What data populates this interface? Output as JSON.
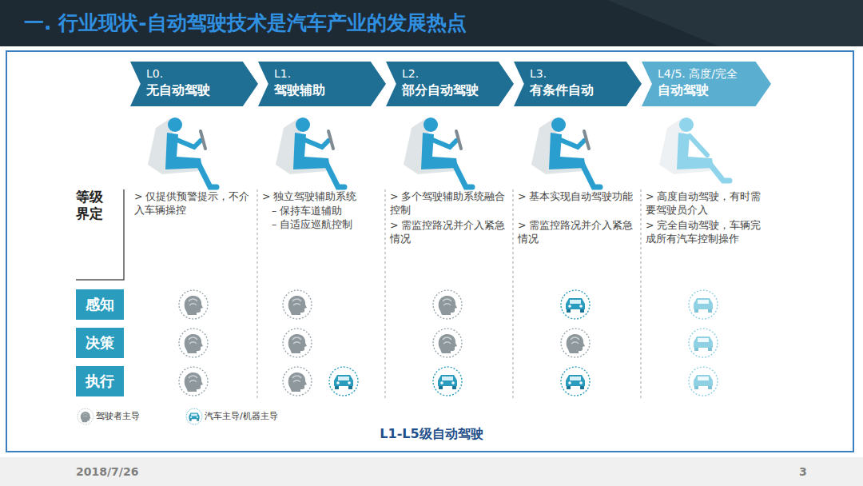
{
  "diagram": {
    "title": "一. 行业现状-自动驾驶技术是汽车产业的发展热点",
    "caption": "L1-L5级自动驾驶",
    "nodes": [
      {
        "text": [
          "L0.",
          "无自动驾驶"
        ]
      },
      {
        "text": [
          "L1.",
          "驾驶辅助"
        ]
      },
      {
        "text": [
          "L2.",
          "部分自动驾驶"
        ]
      },
      {
        "text": [
          "L3.",
          "有条件自动"
        ]
      },
      {
        "text": [
          "L4/5. 高度/完全",
          "自动驾驶"
        ]
      },
      {
        "text": [
          "感知"
        ]
      },
      {
        "text": [
          "决策"
        ]
      },
      {
        "text": [
          "执行"
        ]
      }
    ],
    "labels": [
      "2018/7/26",
      "3",
      "等级界定",
      "> 仅提供预警提示，不介入车辆操控",
      "> 独立驾驶辅助系统",
      "– 保持车道辅助",
      "– 自适应巡航控制",
      "> 多个驾驶辅助系统融合控制",
      "> 需监控路况并介入紧急情况",
      "> 基本实现自动驾驶功能",
      "> 需监控路况并介入紧急情况",
      "> 高度自动驾驶，有时需要驾驶员介入",
      "> 完全自动驾驶，车辆完成所有汽车控制操作"
    ],
    "legend": [
      {
        "text": "驾驶者主导"
      },
      {
        "text": "汽车主导/机器主导"
      }
    ]
  }
}
